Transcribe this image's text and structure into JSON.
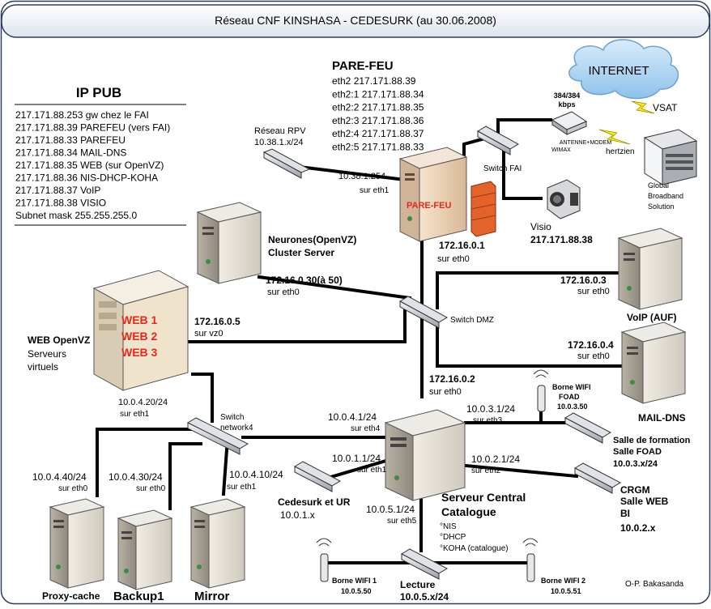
{
  "title": "Réseau CNF KINSHASA - CEDESURK (au 30.06.2008)",
  "ippub": {
    "heading": "IP PUB",
    "rows": [
      "217.171.88.253  gw chez le FAI",
      "217.171.88.39  PAREFEU (vers FAI)",
      "217.171.88.33  PAREFEU",
      "217.171.88.34  MAIL-DNS",
      "217.171.88.35  WEB (sur OpenVZ)",
      "217.171.88.36  NIS-DHCP-KOHA",
      "217.171.88.37  VoIP",
      "217.171.88.38  VISIO",
      "Subnet mask  255.255.255.0"
    ]
  },
  "parefeu": {
    "heading": "PARE-FEU",
    "rows": [
      "eth2 217.171.88.39",
      "eth2:1 217.171.88.34",
      "eth2:2 217.171.88.35",
      "eth2:3 217.171.88.36",
      "eth2:4 217.171.88.37",
      "eth2:5 217.171.88.33"
    ],
    "server_label": "PARE-FEU",
    "eth1_ip": "10.38.1.254",
    "eth1_if": "sur eth1",
    "eth0_ip": "172.16.0.1",
    "eth0_if": "sur eth0"
  },
  "rpv": {
    "name": "Réseau RPV",
    "net": "10.38.1.x/24"
  },
  "internet": "INTERNET",
  "vsat": "VSAT",
  "modem": {
    "speed1": "384/384",
    "speed2": "kbps",
    "label1": "ANTENNE+MODEM",
    "label2": "WIMAX"
  },
  "hertzien": "hertzien",
  "gbs": [
    "Global",
    "Broadband",
    "Solution"
  ],
  "switch_fai": "Switch FAI",
  "visio": {
    "name": "Visio",
    "ip": "217.171.88.38"
  },
  "neurones": {
    "name1": "Neurones(OpenVZ)",
    "name2": "Cluster Server",
    "ip": "172.16.0.30(à 50)",
    "if": "sur eth0"
  },
  "switch_dmz": "Switch DMZ",
  "voip": {
    "ip": "172.16.0.3",
    "if": "sur eth0",
    "name": "VoIP (AUF)"
  },
  "mail": {
    "ip": "172.16.0.4",
    "if": "sur eth0",
    "name": "MAIL-DNS"
  },
  "web": {
    "vms": [
      "WEB 1",
      "WEB 2",
      "WEB 3"
    ],
    "name1": "WEB OpenVZ",
    "name2": "Serveurs",
    "name3": "virtuels",
    "dmz_ip": "172.16.0.5",
    "dmz_if": "sur vz0",
    "lan_ip": "10.0.4.20/24",
    "lan_if": "sur eth1"
  },
  "central": {
    "eth0_ip": "172.16.0.2",
    "eth0_if": "sur eth0",
    "eth4_ip": "10.0.4.1/24",
    "eth4_if": "sur eth4",
    "eth3_ip": "10.0.3.1/24",
    "eth3_if": "sur eth3",
    "eth1_ip": "10.0.1.1/24",
    "eth1_if": "sur eth1",
    "eth2_ip": "10.0.2.1/24",
    "eth2_if": "sur eth2",
    "eth5_ip": "10.0.5.1/24",
    "eth5_if": "sur eth5",
    "name1": "Serveur Central",
    "name2": "Catalogue",
    "services": [
      "°NIS",
      "°DHCP",
      "°KOHA (catalogue)"
    ]
  },
  "switch_n4": [
    "Switch",
    "network4"
  ],
  "foad_wifi": {
    "l1": "Borne WIFI",
    "l2": "FOAD",
    "ip": "10.0.3.50"
  },
  "salle_foad": {
    "l1": "Salle de formation",
    "l2": "Salle FOAD",
    "net": "10.0.3.x/24"
  },
  "crgm": {
    "l1": "CRGM",
    "l2": "Salle WEB",
    "l3": "BI",
    "net": "10.0.2.x"
  },
  "cedesurk": {
    "name": "Cedesurk et UR",
    "net": "10.0.1.x"
  },
  "proxy": {
    "ip": "10.0.4.40/24",
    "if": "sur eth0",
    "name": "Proxy-cache"
  },
  "backup": {
    "ip": "10.0.4.30/24",
    "if": "sur eth0",
    "name": "Backup1"
  },
  "mirror": {
    "ip": "10.0.4.10/24",
    "if": "sur eth1",
    "name": "Mirror"
  },
  "wifi1": {
    "name": "Borne WIFI 1",
    "ip": "10.0.5.50"
  },
  "wifi2": {
    "name": "Borne WIFI 2",
    "ip": "10.0.5.51"
  },
  "lecture": {
    "name": "Lecture",
    "net": "10.0.5.x/24"
  },
  "author": "O-P. Bakasanda",
  "colors": {
    "accent": "#e8261c",
    "frame": "#2f3c62",
    "line": "#000000"
  }
}
